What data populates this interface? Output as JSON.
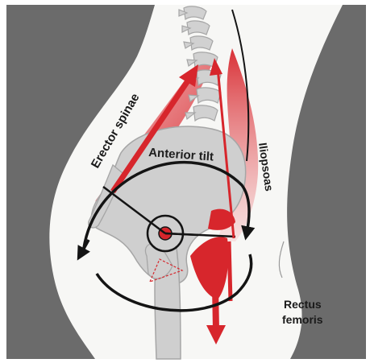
{
  "labels": {
    "erector_spinae": "Erector spinae",
    "anterior_tilt": "Anterior tilt",
    "iliopsoas": "Iliopsoas",
    "rectus_line1": "Rectus",
    "rectus_line2": "femoris"
  },
  "colors": {
    "background_gray": "#6b6b6b",
    "body_white": "#f7f7f5",
    "bone": "#cfcfcf",
    "bone_outline": "#a6a6a6",
    "muscle_red": "#d7262c",
    "muscle_light": "#f2b3b5",
    "arrow_black": "#141414"
  },
  "icons": {
    "tilt_arrow": "curved-arrow-icon",
    "pull_arrows": "red-arrow-icon"
  }
}
